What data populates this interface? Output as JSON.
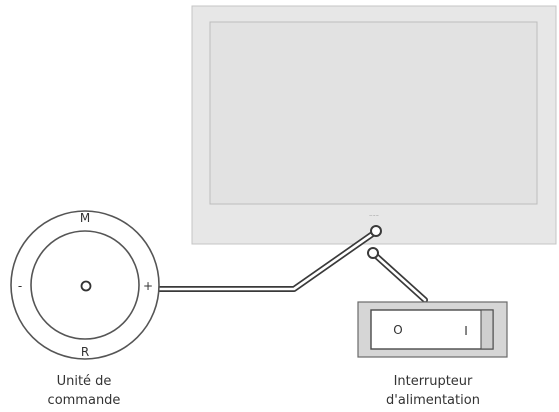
{
  "control_unit": {
    "label_line1": "Unité de",
    "label_line2": "commande",
    "marks": {
      "top": "M",
      "bottom": "R",
      "left": "-",
      "right": "+"
    }
  },
  "power_switch": {
    "label_line1": "Interrupteur",
    "label_line2": "d'alimentation",
    "symbols": {
      "off": "O",
      "on": "I"
    }
  },
  "display": {
    "logo_text": "~~~"
  }
}
